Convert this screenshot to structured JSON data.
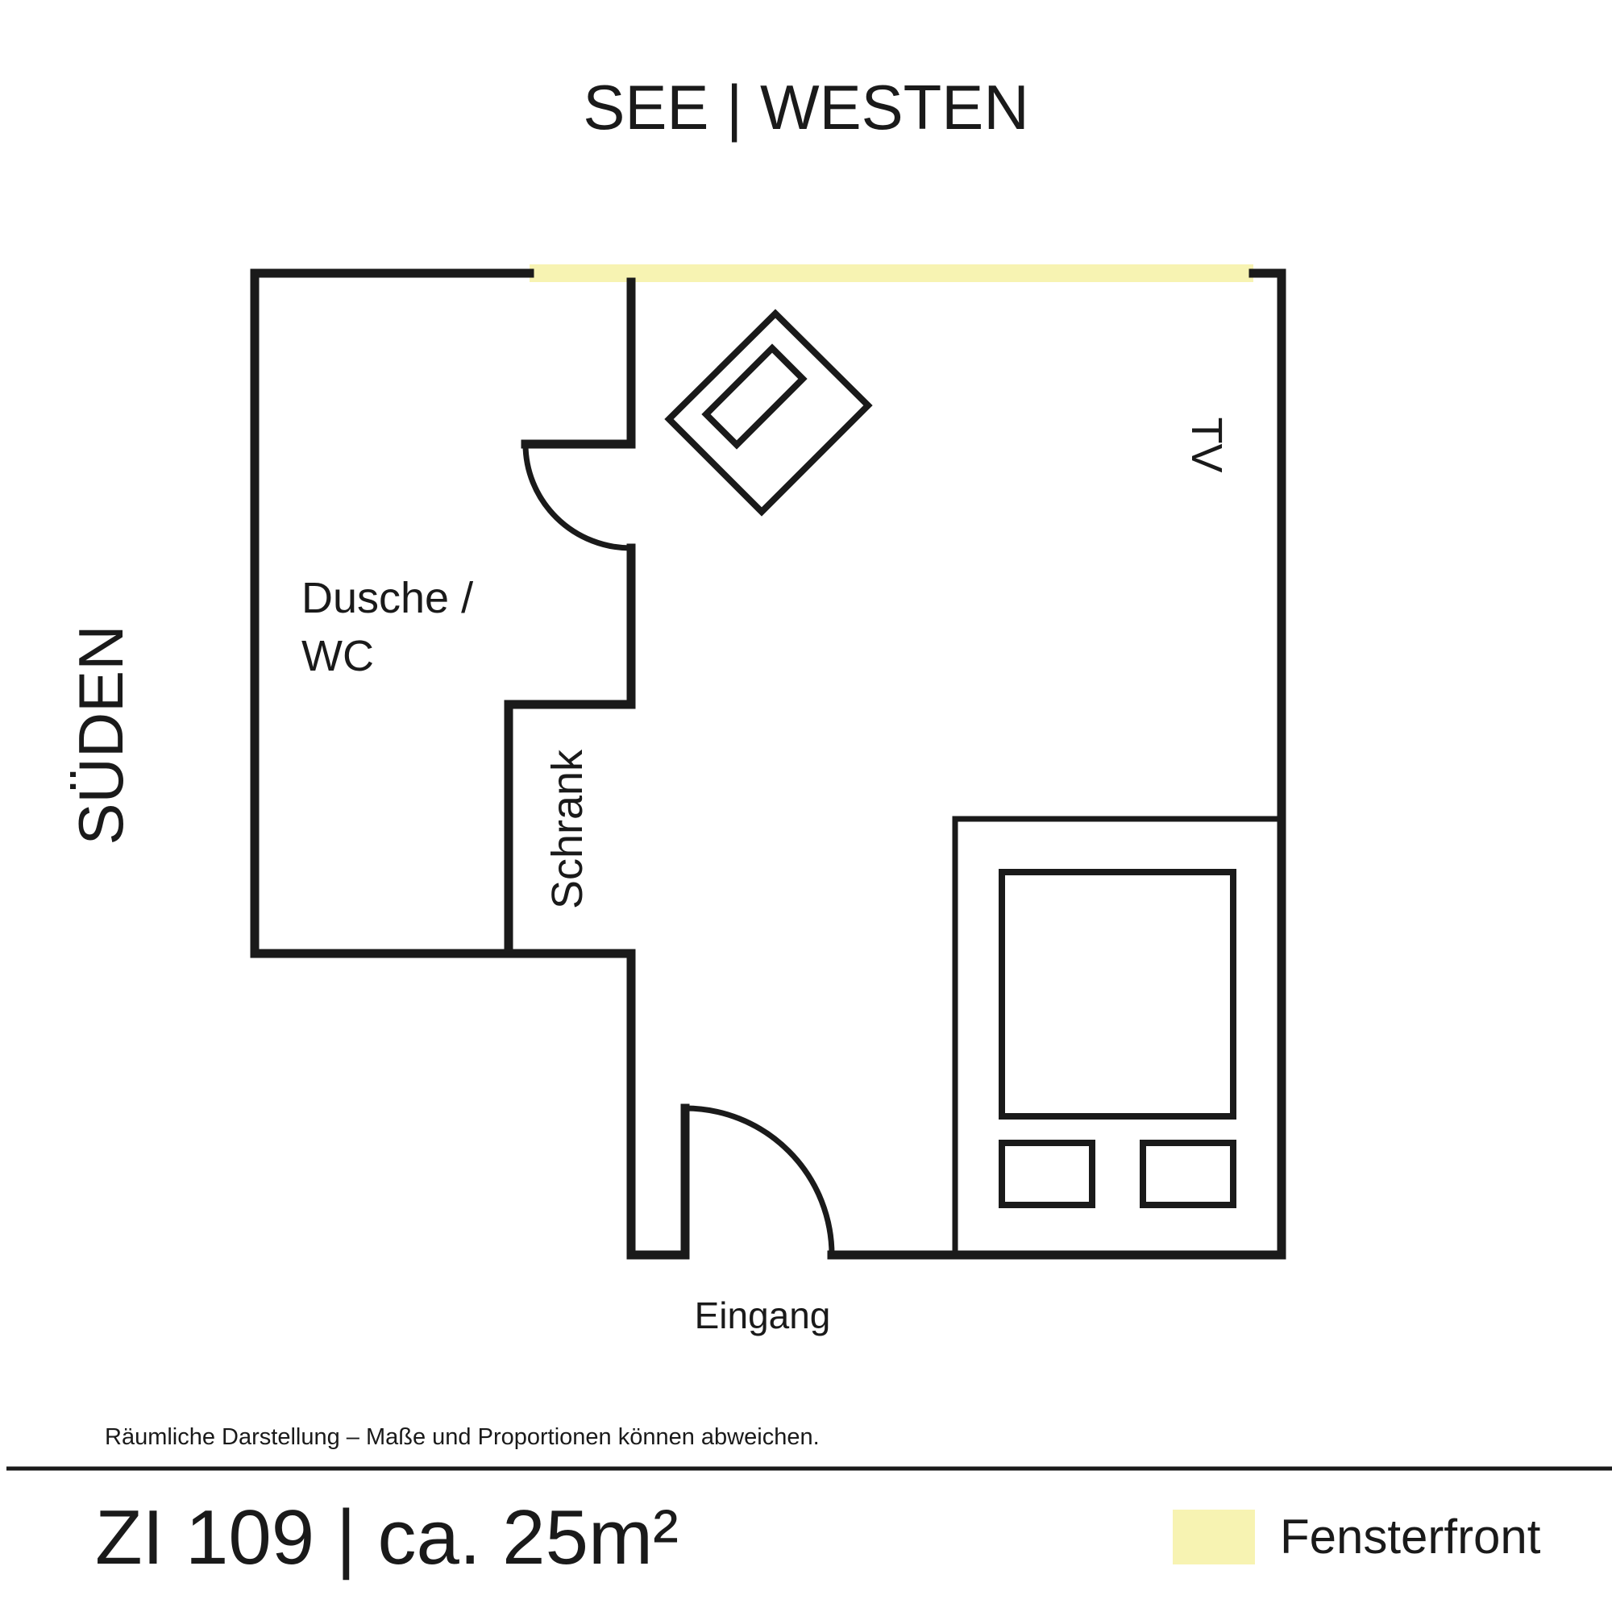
{
  "orientation": {
    "top": "SEE | WESTEN",
    "left": "SÜDEN"
  },
  "rooms": {
    "bath_line1": "Dusche /",
    "bath_line2": "WC",
    "wardrobe": "Schrank",
    "tv": "TV",
    "entrance": "Eingang"
  },
  "footer": {
    "disclaimer": "Räumliche Darstellung – Maße und Proportionen können abweichen.",
    "room_title": "ZI 109 | ca. 25m²",
    "legend_label": "Fensterfront"
  },
  "colors": {
    "window_front": "#f7f3b2",
    "wall": "#1a1a1a"
  }
}
